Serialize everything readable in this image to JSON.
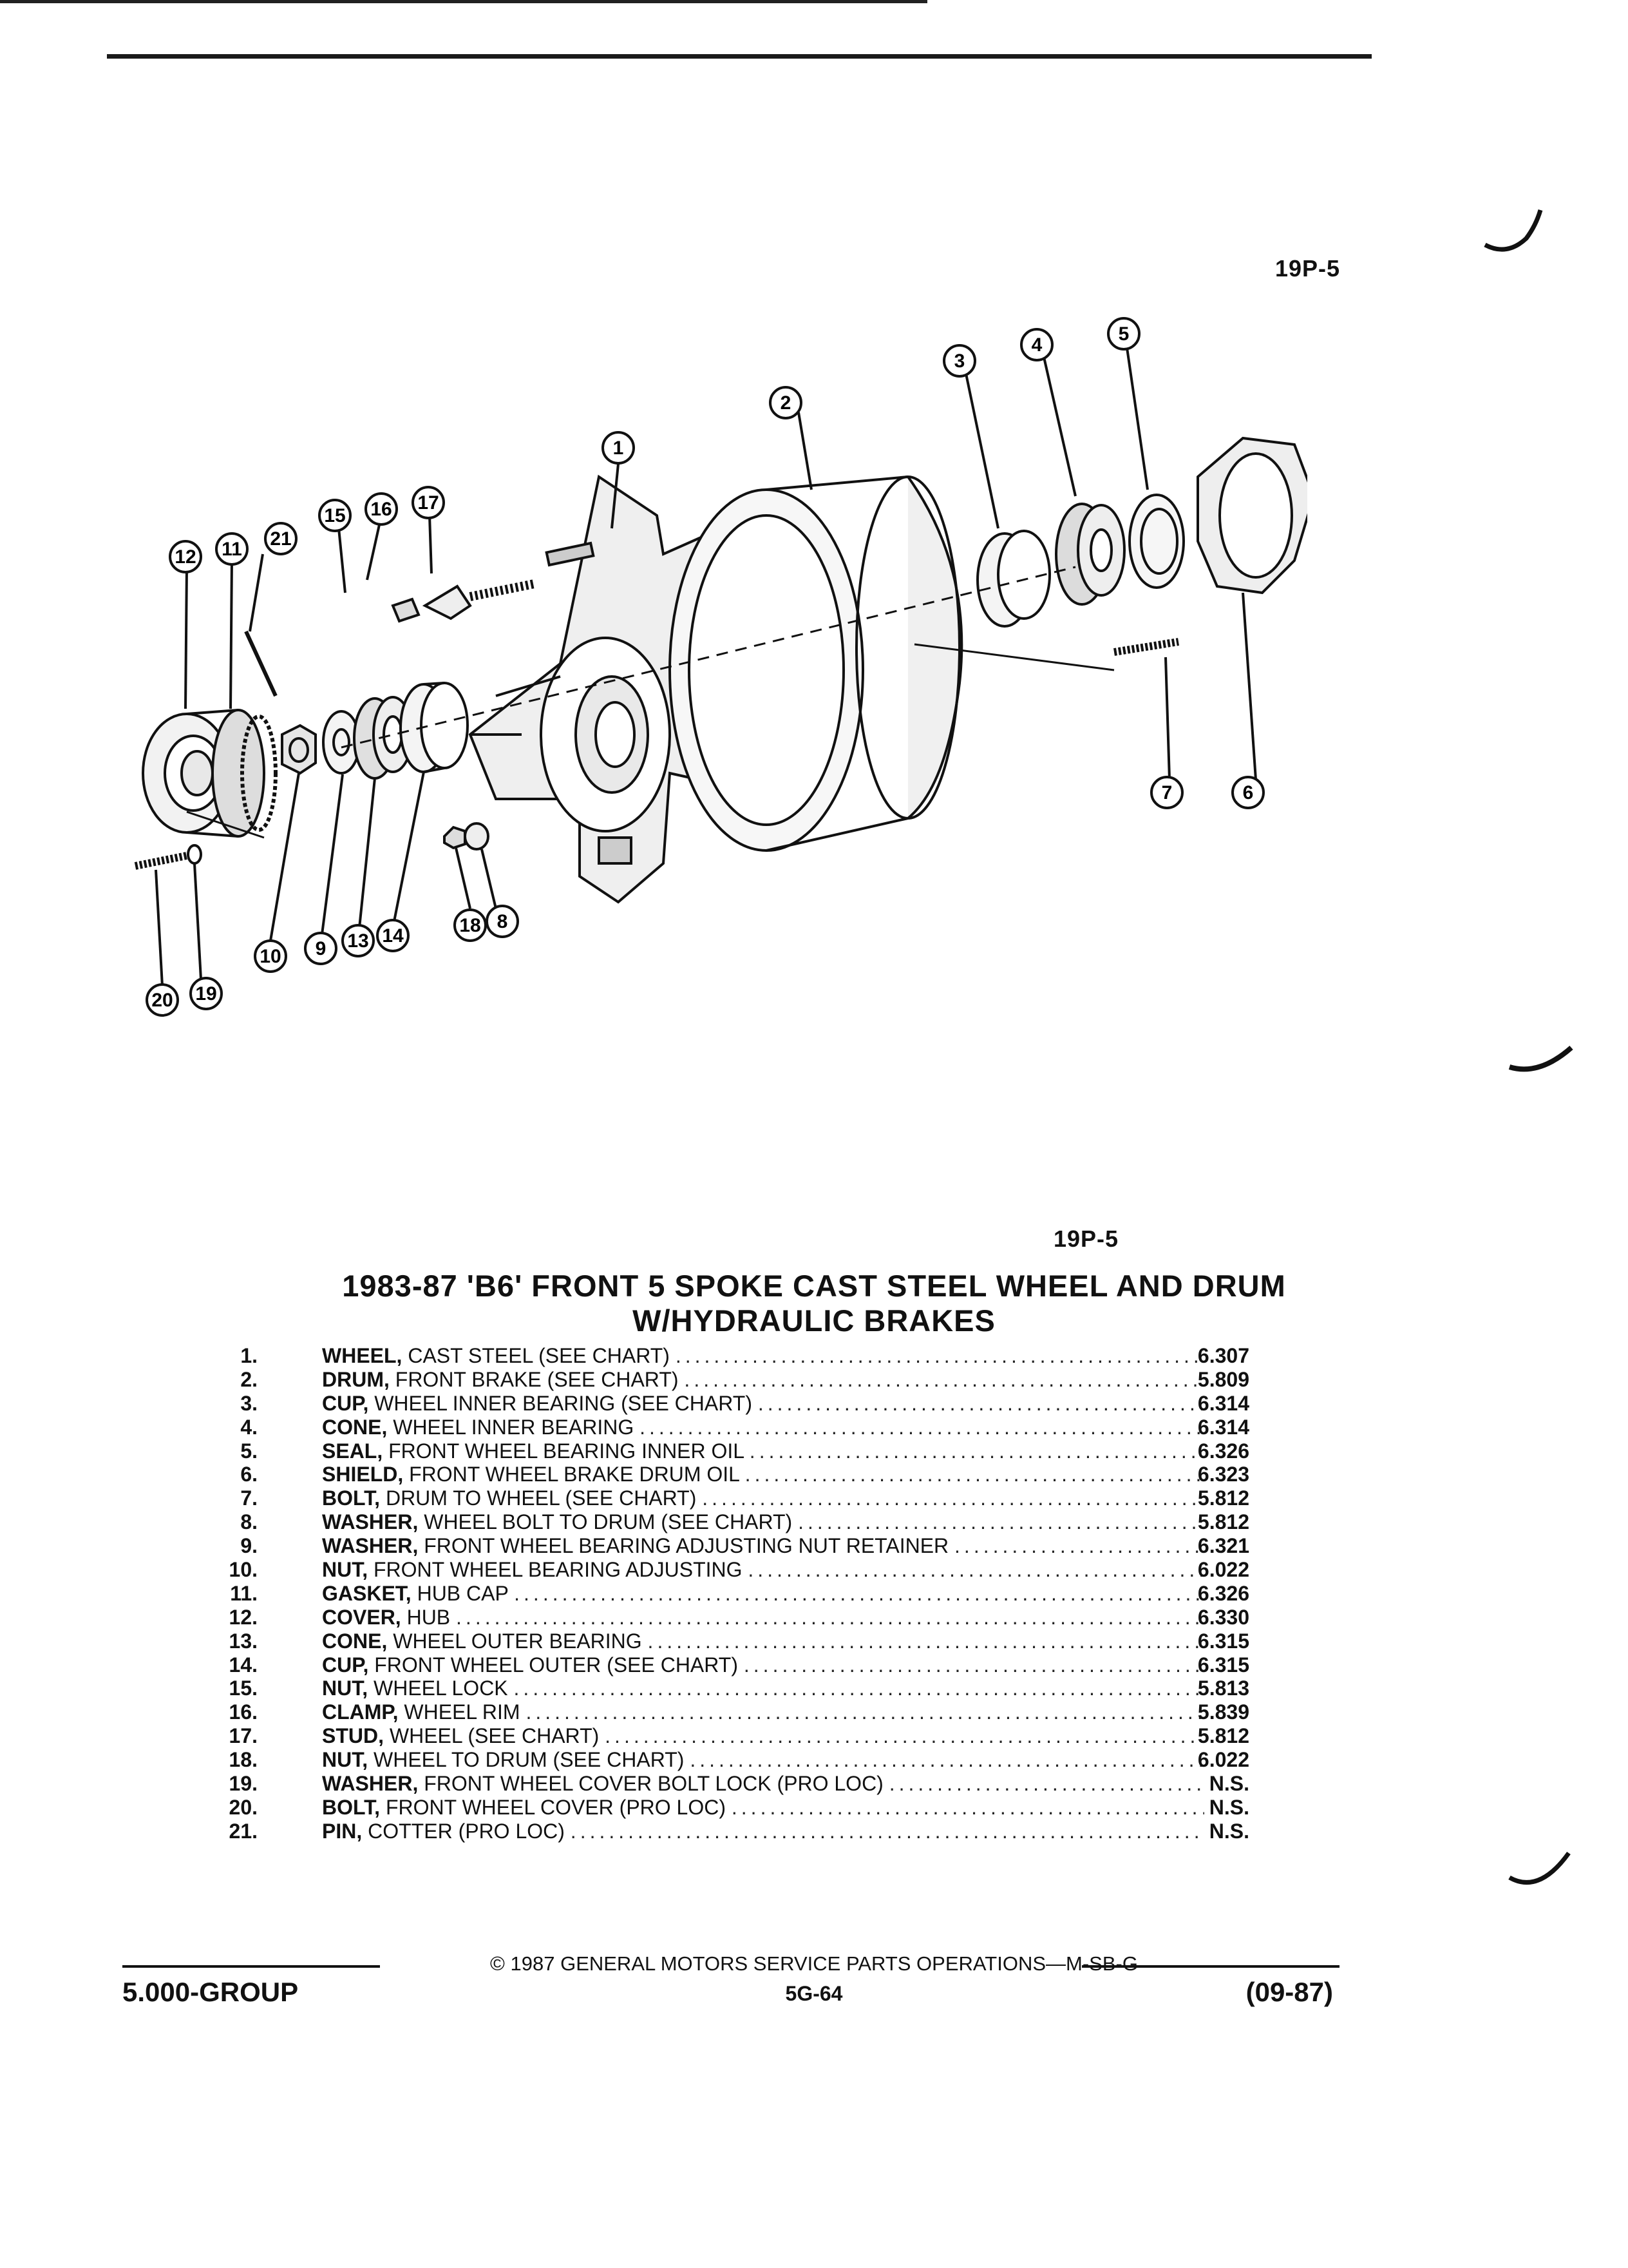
{
  "page_id": "19P-5",
  "title_line1": "1983-87 'B6' FRONT 5 SPOKE CAST STEEL WHEEL AND DRUM",
  "title_line2": "W/HYDRAULIC BRAKES",
  "callouts": [
    "1",
    "2",
    "3",
    "4",
    "5",
    "6",
    "7",
    "8",
    "9",
    "10",
    "11",
    "12",
    "13",
    "14",
    "15",
    "16",
    "17",
    "18",
    "19",
    "20",
    "21"
  ],
  "parts": [
    {
      "num": "1.",
      "name": "WHEEL,",
      "desc": "CAST STEEL (SEE CHART)",
      "ref": "6.307"
    },
    {
      "num": "2.",
      "name": "DRUM,",
      "desc": "FRONT BRAKE (SEE CHART)",
      "ref": "5.809"
    },
    {
      "num": "3.",
      "name": "CUP,",
      "desc": "WHEEL INNER BEARING (SEE CHART)",
      "ref": "6.314"
    },
    {
      "num": "4.",
      "name": "CONE,",
      "desc": "WHEEL INNER BEARING",
      "ref": "6.314"
    },
    {
      "num": "5.",
      "name": "SEAL,",
      "desc": "FRONT WHEEL BEARING INNER OIL",
      "ref": "6.326"
    },
    {
      "num": "6.",
      "name": "SHIELD,",
      "desc": "FRONT WHEEL BRAKE DRUM OIL",
      "ref": "6.323"
    },
    {
      "num": "7.",
      "name": "BOLT,",
      "desc": "DRUM TO WHEEL (SEE CHART)",
      "ref": "5.812"
    },
    {
      "num": "8.",
      "name": "WASHER,",
      "desc": "WHEEL BOLT TO DRUM (SEE CHART)",
      "ref": "5.812"
    },
    {
      "num": "9.",
      "name": "WASHER,",
      "desc": "FRONT WHEEL BEARING ADJUSTING NUT RETAINER",
      "ref": "6.321"
    },
    {
      "num": "10.",
      "name": "NUT,",
      "desc": "FRONT WHEEL BEARING ADJUSTING",
      "ref": "6.022"
    },
    {
      "num": "11.",
      "name": "GASKET,",
      "desc": "HUB CAP",
      "ref": "6.326"
    },
    {
      "num": "12.",
      "name": "COVER,",
      "desc": "HUB",
      "ref": "6.330"
    },
    {
      "num": "13.",
      "name": "CONE,",
      "desc": "WHEEL OUTER BEARING",
      "ref": "6.315"
    },
    {
      "num": "14.",
      "name": "CUP,",
      "desc": "FRONT WHEEL OUTER (SEE CHART)",
      "ref": "6.315"
    },
    {
      "num": "15.",
      "name": "NUT,",
      "desc": "WHEEL LOCK",
      "ref": "5.813"
    },
    {
      "num": "16.",
      "name": "CLAMP,",
      "desc": "WHEEL RIM",
      "ref": "5.839"
    },
    {
      "num": "17.",
      "name": "STUD,",
      "desc": "WHEEL (SEE CHART)",
      "ref": "5.812"
    },
    {
      "num": "18.",
      "name": "NUT,",
      "desc": "WHEEL TO DRUM (SEE CHART)",
      "ref": "6.022"
    },
    {
      "num": "19.",
      "name": "WASHER,",
      "desc": "FRONT WHEEL COVER BOLT LOCK (PRO LOC)",
      "ref": "N.S."
    },
    {
      "num": "20.",
      "name": "BOLT,",
      "desc": "FRONT WHEEL COVER (PRO LOC)",
      "ref": "N.S."
    },
    {
      "num": "21.",
      "name": "PIN,",
      "desc": "COTTER (PRO LOC)",
      "ref": "N.S."
    }
  ],
  "footer": {
    "copyright": "© 1987 GENERAL MOTORS SERVICE PARTS OPERATIONS—M-SB-G",
    "group": "5.000-GROUP",
    "page": "5G-64",
    "date": "(09-87)"
  }
}
